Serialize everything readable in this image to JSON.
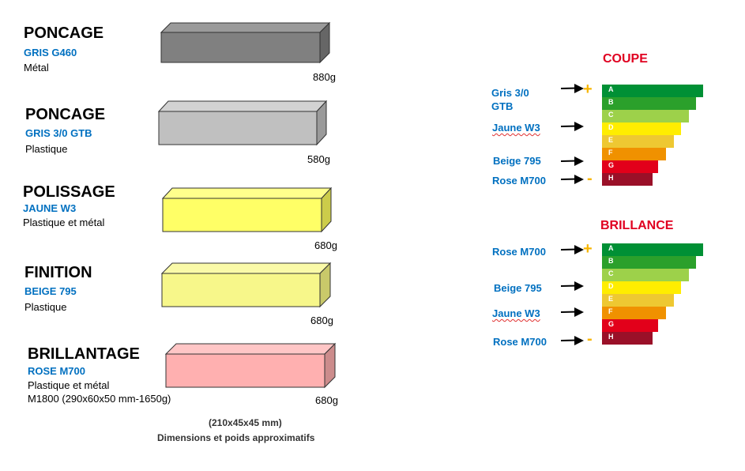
{
  "products": [
    {
      "title": "PONCAGE",
      "subtitle": "GRIS G460",
      "desc": "Métal",
      "weight": "880g",
      "colors": {
        "front": "#808080",
        "top": "#9a9a9a",
        "side": "#666666"
      }
    },
    {
      "title": "PONCAGE",
      "subtitle": "GRIS 3/0 GTB",
      "desc": "Plastique",
      "weight": "580g",
      "colors": {
        "front": "#c0c0c0",
        "top": "#d2d2d2",
        "side": "#9a9a9a"
      }
    },
    {
      "title": "POLISSAGE",
      "subtitle": "JAUNE W3",
      "desc": "Plastique et métal",
      "weight": "680g",
      "colors": {
        "front": "#ffff66",
        "top": "#ffff8c",
        "side": "#cccc4a"
      }
    },
    {
      "title": "FINITION",
      "subtitle": "BEIGE 795",
      "desc": "Plastique",
      "weight": "680g",
      "colors": {
        "front": "#f7f78a",
        "top": "#fafaa8",
        "side": "#c9c96a"
      }
    },
    {
      "title": "BRILLANTAGE",
      "subtitle": "ROSE M700",
      "desc": "Plastique et métal",
      "extra": "M1800 (290x60x50 mm-1650g)",
      "weight": "680g",
      "colors": {
        "front": "#ffb0b0",
        "top": "#ffc6c6",
        "side": "#cc8c8c"
      }
    }
  ],
  "footer": {
    "dims": "(210x45x45 mm)",
    "note": "Dimensions et poids approximatifs"
  },
  "scale": {
    "letters": [
      "A",
      "B",
      "C",
      "D",
      "E",
      "F",
      "G",
      "H"
    ],
    "colors": [
      "#009035",
      "#2ba02b",
      "#9dd14a",
      "#ffed00",
      "#eec832",
      "#f09100",
      "#e2001a",
      "#9a1028"
    ]
  },
  "coupe": {
    "title": "COUPE",
    "labels": [
      "Gris 3/0",
      "GTB",
      "Jaune W3",
      "Beige 795",
      "Rose M700"
    ],
    "plus": "+",
    "minus": "-"
  },
  "brillance": {
    "title": "BRILLANCE",
    "labels": [
      "Rose M700",
      "Beige 795",
      "Jaune W3",
      "Rose M700"
    ],
    "plus": "+",
    "minus": "-"
  }
}
